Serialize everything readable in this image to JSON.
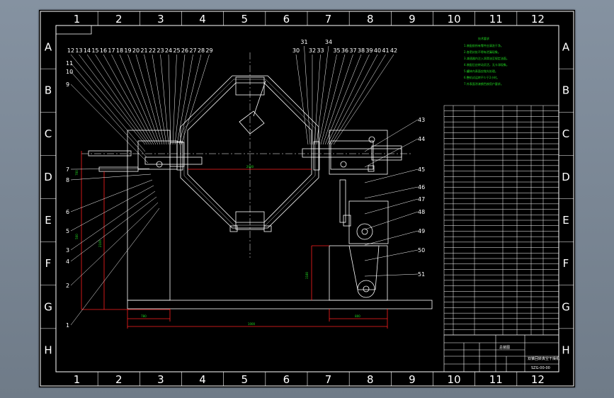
{
  "drawing": {
    "zone_columns": [
      "1",
      "2",
      "3",
      "4",
      "5",
      "6",
      "7",
      "8",
      "9",
      "10",
      "11",
      "12"
    ],
    "zone_rows": [
      "A",
      "B",
      "C",
      "D",
      "E",
      "F",
      "G",
      "H"
    ],
    "callouts_top": [
      "12",
      "13",
      "14",
      "15",
      "16",
      "17",
      "18",
      "19",
      "20",
      "21",
      "22",
      "23",
      "24",
      "25",
      "26",
      "27",
      "28",
      "29",
      "30",
      "31",
      "32",
      "33",
      "34",
      "35",
      "36",
      "37",
      "38",
      "39",
      "40",
      "41",
      "42"
    ],
    "callouts_left": [
      "11",
      "10",
      "9",
      "7",
      "8",
      "6",
      "5",
      "3",
      "4",
      "2",
      "1"
    ],
    "callouts_right": [
      "43",
      "44",
      "45",
      "46",
      "47",
      "48",
      "49",
      "50",
      "51"
    ],
    "dim_labels": [
      "500",
      "2100",
      "780",
      "1000",
      "1180",
      "2000",
      "800",
      "700"
    ],
    "notes_title": "技术要求",
    "notes_lines": [
      "1.装配前所有零件应清洗干净。",
      "2.各密封处不得有泄漏现象。",
      "3.减速器内注入润滑油至规定油面。",
      "4.装配后应转动灵活，无卡滞现象。",
      "5.罐体内表面应抛光处理。",
      "6.整机试运转不少于2小时。",
      "7.外表面涂漆颜色按用户要求。"
    ],
    "bom_rows": 42,
    "title_block": {
      "drawing_no": "SZG-00-00",
      "title": "双锥回转真空干燥机",
      "small_label": "总装图"
    }
  }
}
